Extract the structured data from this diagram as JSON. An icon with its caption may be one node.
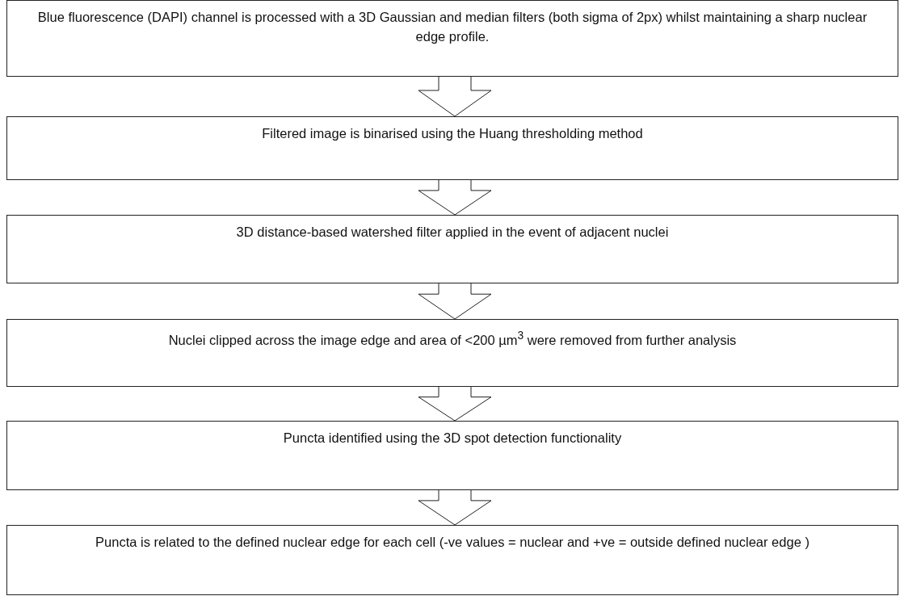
{
  "diagram": {
    "nodes": [
      {
        "text": [
          "Blue fluorescence (DAPI) channel is processed with a 3D Gaussian and median filters (both sigma of 2px) whilst maintaining a sharp nuclear edge profile."
        ]
      },
      {
        "text": [
          "Filtered image is binarised using the Huang thresholding method"
        ]
      },
      {
        "text": [
          "3D distance-based watershed filter applied in the event of adjacent nuclei"
        ]
      },
      {
        "text": [
          "Nuclei clipped across the image edge and area of <200 µm$^{3}$ were removed from further analysis"
        ]
      },
      {
        "text": [
          "Puncta identified using the 3D spot detection functionality"
        ]
      },
      {
        "text": [
          "Puncta is related to the defined nuclear edge for each cell (-ve values = nuclear and +ve = outside defined nuclear edge )"
        ]
      }
    ],
    "edges": [
      {
        "from": 0,
        "to": 1,
        "arrow": "to"
      },
      {
        "from": 1,
        "to": 2,
        "arrow": "to"
      },
      {
        "from": 2,
        "to": 3,
        "arrow": "to"
      },
      {
        "from": 3,
        "to": 4,
        "arrow": "to"
      },
      {
        "from": 4,
        "to": 5,
        "arrow": "to"
      }
    ]
  }
}
